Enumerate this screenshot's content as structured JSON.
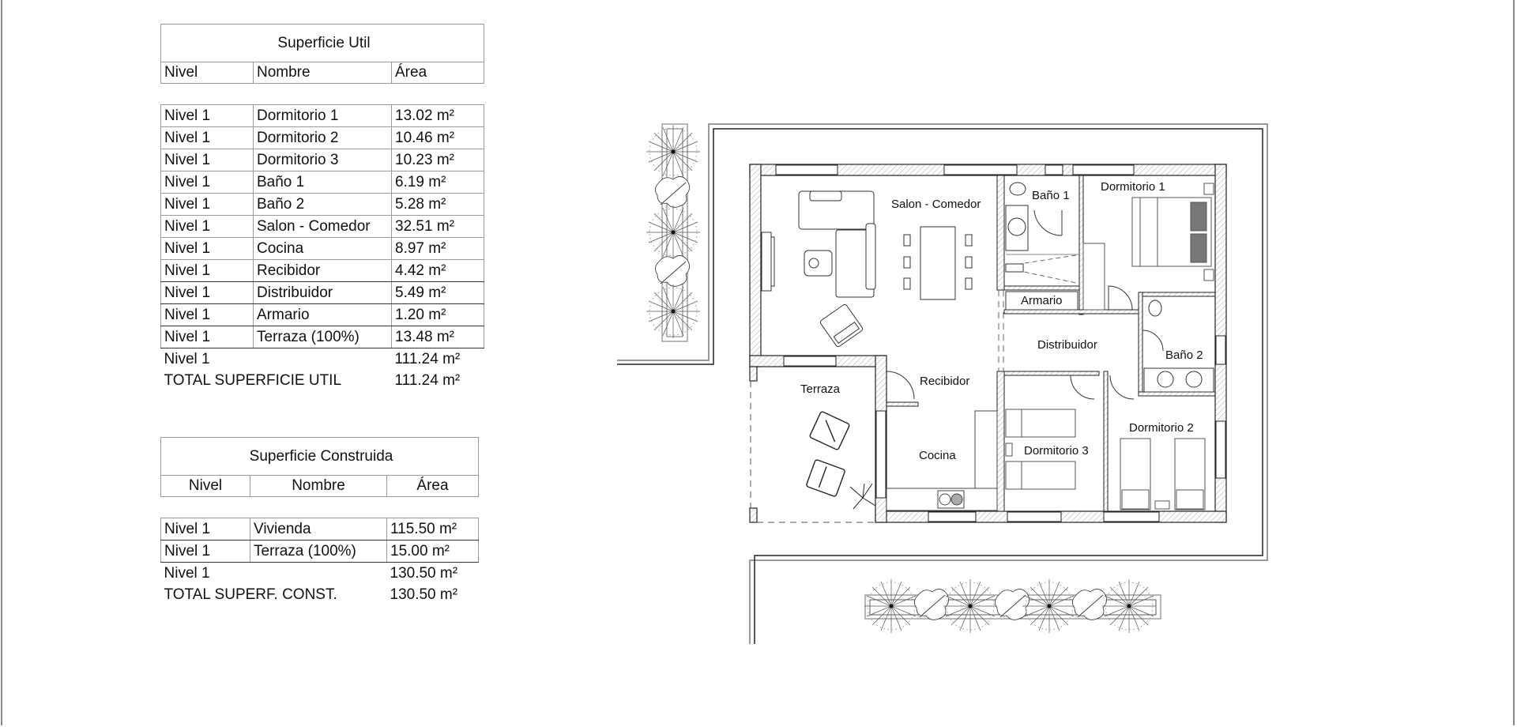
{
  "superficie_util": {
    "title": "Superficie Util",
    "headers": [
      "Nivel",
      "Nombre",
      "Área"
    ],
    "rows": [
      [
        "Nivel 1",
        "Dormitorio 1",
        "13.02 m²"
      ],
      [
        "Nivel 1",
        "Dormitorio 2",
        "10.46 m²"
      ],
      [
        "Nivel 1",
        "Dormitorio 3",
        "10.23 m²"
      ],
      [
        "Nivel 1",
        "Baño 1",
        "6.19 m²"
      ],
      [
        "Nivel 1",
        "Baño 2",
        "5.28 m²"
      ],
      [
        "Nivel 1",
        "Salon - Comedor",
        "32.51 m²"
      ],
      [
        "Nivel 1",
        "Cocina",
        "8.97 m²"
      ],
      [
        "Nivel 1",
        "Recibidor",
        "4.42 m²"
      ],
      [
        "Nivel 1",
        "Distribuidor",
        "5.49 m²"
      ],
      [
        "Nivel 1",
        "Armario",
        "1.20 m²"
      ],
      [
        "Nivel 1",
        "Terraza (100%)",
        "13.48 m²"
      ]
    ],
    "subtotal": {
      "nivel": "Nivel 1",
      "area": "111.24 m²"
    },
    "total": {
      "label": "TOTAL SUPERFICIE UTIL",
      "area": "111.24 m²"
    }
  },
  "superficie_construida": {
    "title": "Superficie Construida",
    "headers": [
      "Nivel",
      "Nombre",
      "Área"
    ],
    "rows": [
      [
        "Nivel 1",
        "Vivienda",
        "115.50 m²"
      ],
      [
        "Nivel 1",
        "Terraza (100%)",
        "15.00 m²"
      ]
    ],
    "subtotal": {
      "nivel": "Nivel 1",
      "area": "130.50 m²"
    },
    "total": {
      "label": "TOTAL SUPERF. CONST.",
      "area": "130.50 m²"
    }
  },
  "floor_plan": {
    "rooms": {
      "salon": "Salon - Comedor",
      "bano1": "Baño 1",
      "dormitorio1": "Dormitorio 1",
      "armario": "Armario",
      "distribuidor": "Distribuidor",
      "bano2": "Baño 2",
      "recibidor": "Recibidor",
      "terraza": "Terraza",
      "cocina": "Cocina",
      "dormitorio3": "Dormitorio 3",
      "dormitorio2": "Dormitorio 2"
    },
    "colors": {
      "wall_hatch": "#b5b5b5",
      "line": "#222222",
      "boundary_gray": "#9a9a9a"
    }
  }
}
